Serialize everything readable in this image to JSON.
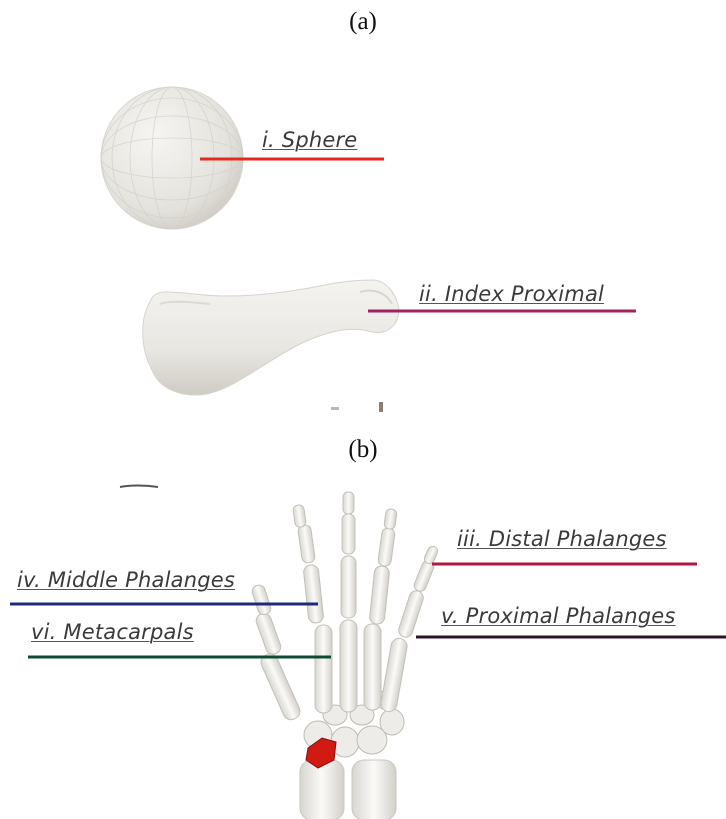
{
  "panels": {
    "a": {
      "label": "(a)"
    },
    "b": {
      "label": "(b)"
    }
  },
  "callouts": [
    {
      "id": "sphere",
      "text": "i. Sphere",
      "color": "#e8271e"
    },
    {
      "id": "index-proximal",
      "text": "ii. Index Proximal",
      "color": "#a3235f"
    },
    {
      "id": "distal-phalanges",
      "text": "iii. Distal Phalanges",
      "color": "#b0173c"
    },
    {
      "id": "middle-phalanges",
      "text": "iv. Middle Phalanges",
      "color": "#1c2a7a"
    },
    {
      "id": "proximal-phalanges",
      "text": "v. Proximal Phalanges",
      "color": "#2a1428"
    },
    {
      "id": "metacarpals",
      "text": "vi. Metacarpals",
      "color": "#0f4a36"
    }
  ],
  "colors": {
    "bone": "#f2f1ee",
    "bone_shade": "#c9c6bf",
    "highlight_bone": "#d11a12"
  }
}
